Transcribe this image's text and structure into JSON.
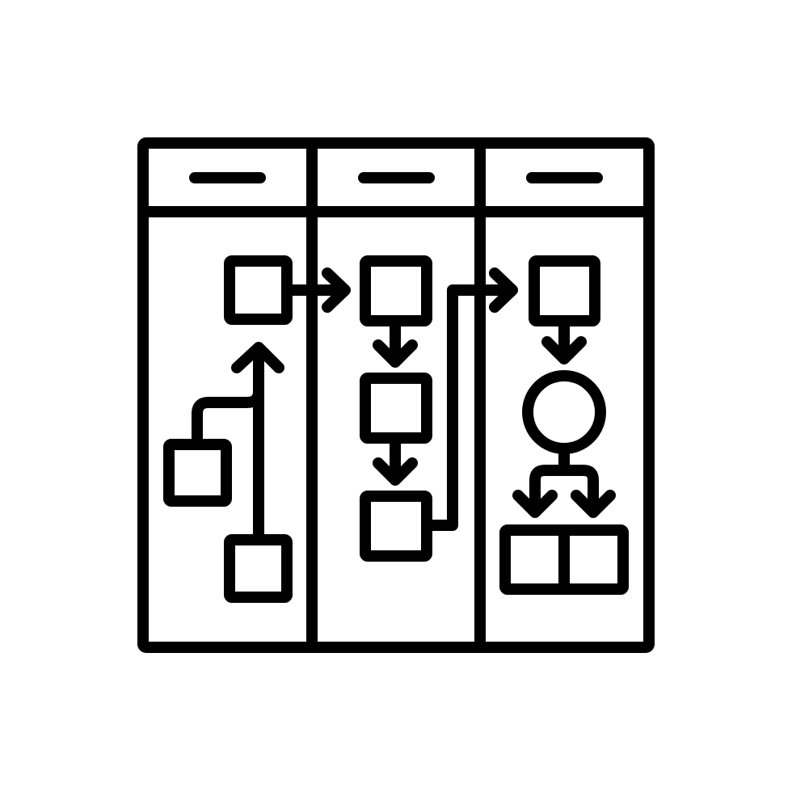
{
  "icon": {
    "name": "kanban-flowchart-board-icon",
    "stroke_color": "#000000",
    "background_color": "#ffffff"
  },
  "board": {
    "columns": [
      {
        "name": "column-1",
        "header_line": true
      },
      {
        "name": "column-2",
        "header_line": true
      },
      {
        "name": "column-3",
        "header_line": true
      }
    ]
  }
}
